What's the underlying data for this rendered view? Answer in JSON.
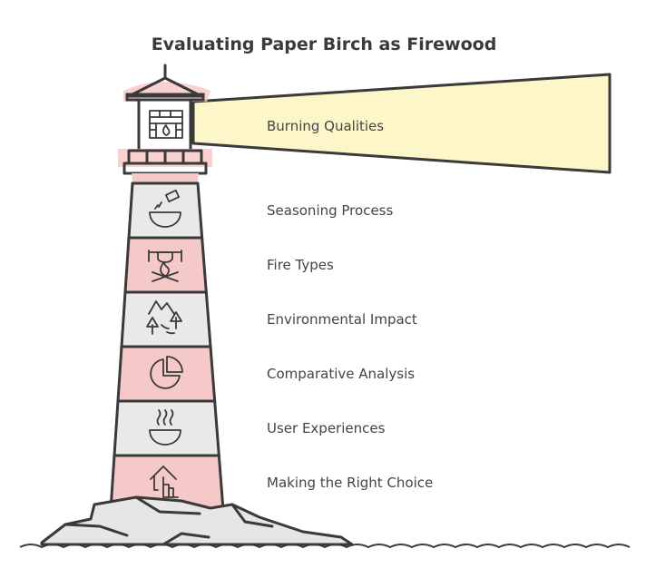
{
  "title": "Evaluating Paper Birch as Firewood",
  "colors": {
    "outline": "#3a3a3a",
    "stripe_red": "#f6c9c9",
    "stripe_gray": "#e9e9e9",
    "beam": "#fdf6c8",
    "rock": "#e6e6e6"
  },
  "lantern": {
    "label": "Burning Qualities",
    "icon": "fireplace-icon"
  },
  "sections": [
    {
      "label": "Seasoning Process",
      "icon": "bowl-soap-icon"
    },
    {
      "label": "Fire Types",
      "icon": "campfire-pot-icon"
    },
    {
      "label": "Environmental Impact",
      "icon": "mountains-trees-icon"
    },
    {
      "label": "Comparative Analysis",
      "icon": "pie-chart-icon"
    },
    {
      "label": "User Experiences",
      "icon": "steaming-bowl-icon"
    },
    {
      "label": "Making the Right Choice",
      "icon": "house-hand-icon"
    }
  ]
}
